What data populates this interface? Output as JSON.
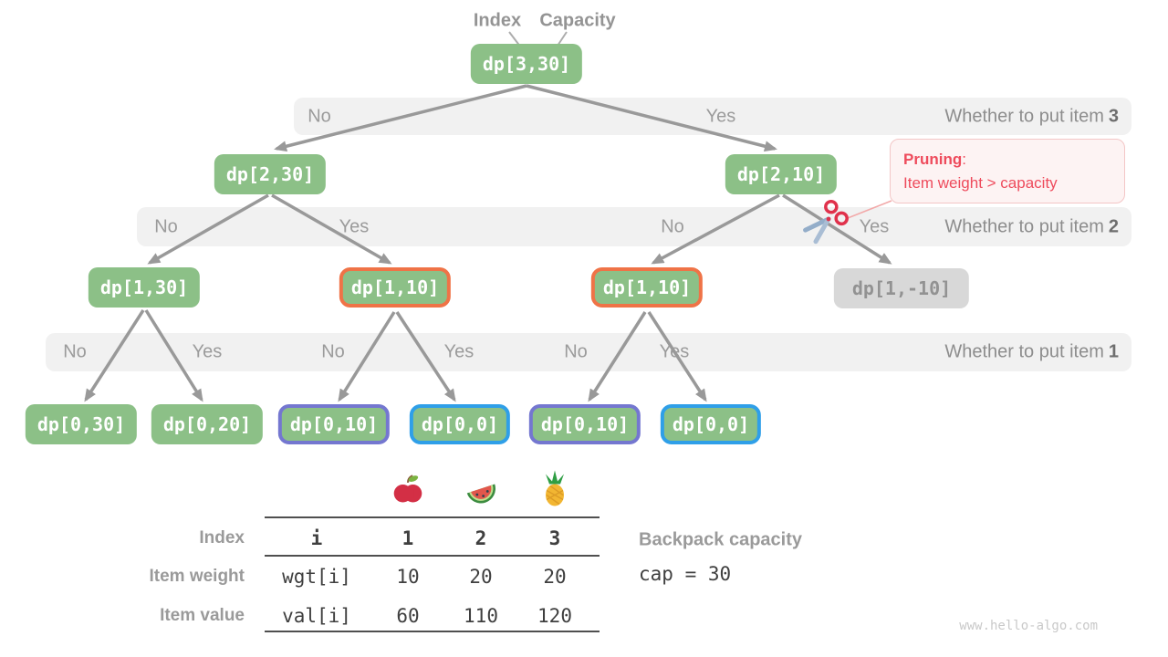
{
  "header": {
    "index_label": "Index",
    "capacity_label": "Capacity"
  },
  "nodes": {
    "root": "dp[3,30]",
    "l2_no": "dp[2,30]",
    "l2_yes": "dp[2,10]",
    "l1_a": "dp[1,30]",
    "l1_b": "dp[1,10]",
    "l1_c": "dp[1,10]",
    "l1_pruned": "dp[1,-10]",
    "l0_a": "dp[0,30]",
    "l0_b": "dp[0,20]",
    "l0_c": "dp[0,10]",
    "l0_d": "dp[0,0]",
    "l0_e": "dp[0,10]",
    "l0_f": "dp[0,0]"
  },
  "bands": [
    {
      "question_prefix": "Whether to put item",
      "item_number": "3",
      "edge_labels": [
        "No",
        "Yes"
      ]
    },
    {
      "question_prefix": "Whether to put item",
      "item_number": "2",
      "edge_labels": [
        "No",
        "Yes",
        "No",
        "Yes"
      ]
    },
    {
      "question_prefix": "Whether to put item",
      "item_number": "1",
      "edge_labels": [
        "No",
        "Yes",
        "No",
        "Yes",
        "No",
        "Yes"
      ]
    }
  ],
  "pruning": {
    "title": "Pruning",
    "colon": ":",
    "text": "Item weight > capacity"
  },
  "table": {
    "fruit_icons": [
      "apple-icon",
      "watermelon-icon",
      "pineapple-icon"
    ],
    "row_labels": [
      "Index",
      "Item weight",
      "Item value"
    ],
    "index_row": [
      "i",
      "1",
      "2",
      "3"
    ],
    "weight_row": [
      "wgt[i]",
      "10",
      "20",
      "20"
    ],
    "value_row": [
      "val[i]",
      "60",
      "110",
      "120"
    ]
  },
  "backpack": {
    "label": "Backpack capacity",
    "value": "cap = 30"
  },
  "watermark": "www.hello-algo.com",
  "colors": {
    "node_green": "#8CC087",
    "highlight_orange": "#EF7347",
    "highlight_purple": "#7477D0",
    "highlight_blue": "#2F9FE8",
    "pruned_gray": "#D8D8D8",
    "pruning_red": "#EE4B5C",
    "edge_gray": "#999999",
    "band_bg": "#F1F1F1"
  }
}
